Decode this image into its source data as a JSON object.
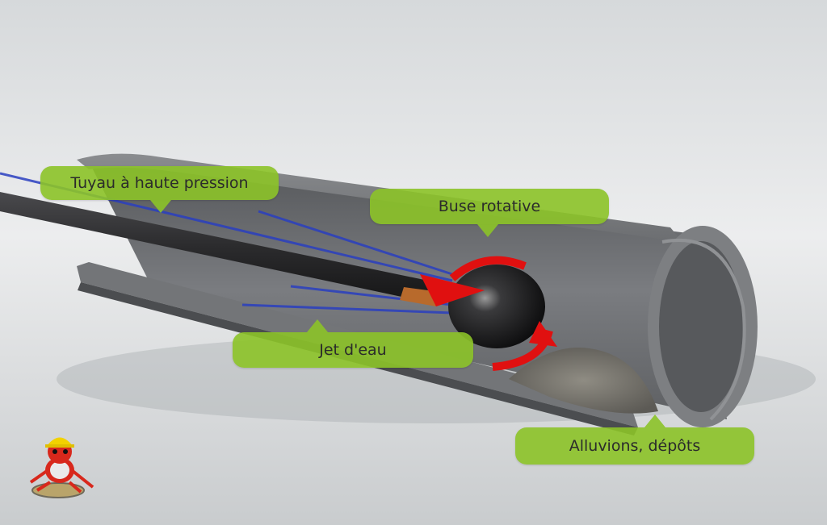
{
  "callouts": {
    "hose": "Tuyau à haute pression",
    "nozzle": "Buse rotative",
    "jet": "Jet d'eau",
    "deposits": "Alluvions, dépôts"
  },
  "colors": {
    "callout_green": "#8cc328",
    "pipe_gray": "#6b6d70",
    "rotation_arrow_red": "#e01010",
    "water_jet_blue": "#2a3fc0",
    "hose_black": "#2b2b2d"
  },
  "icons": [
    "mascot-frog-icon",
    "rotation-arrow-icon"
  ]
}
